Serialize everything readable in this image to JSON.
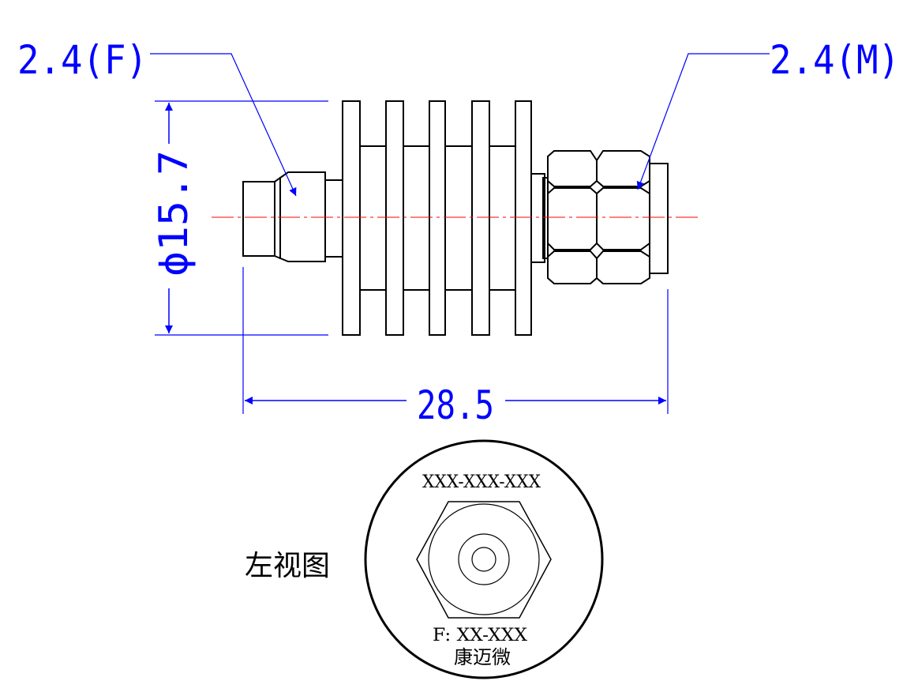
{
  "labels": {
    "left_port": "2.4(F)",
    "right_port": "2.4(M)",
    "diameter": "ϕ15.7",
    "length": "28.5",
    "left_view": "左视图",
    "part_number": "XXX-XXX-XXX",
    "frequency": "F: XX-XXX",
    "brand": "康迈微"
  },
  "colors": {
    "outline": "#000000",
    "dimension": "#0000ff",
    "centerline": "#ff0000",
    "background": "#ffffff"
  }
}
